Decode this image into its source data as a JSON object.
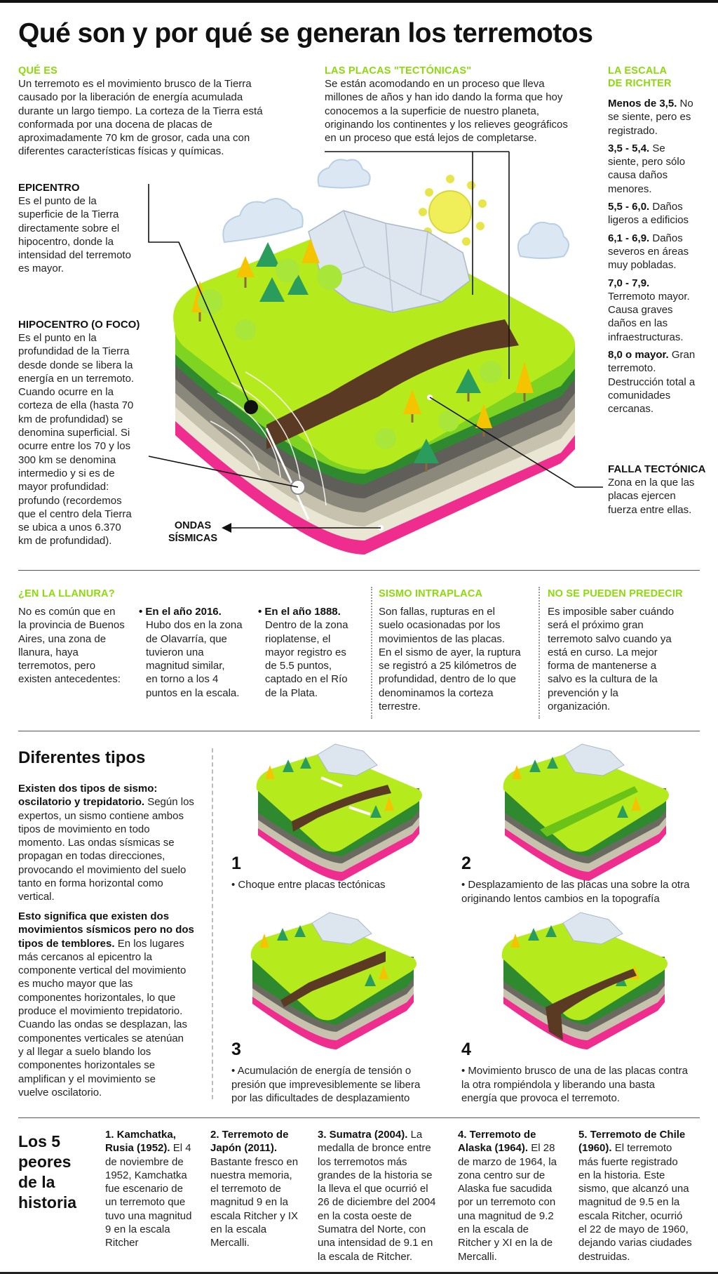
{
  "title": "Qué son y por qué se generan los terremotos",
  "que_es": {
    "heading": "QUÉ ES",
    "lines": [
      "Un terremoto es el movimiento brusco de la Tierra",
      "causado por la liberación de energía acumulada",
      "durante un largo tiempo. La corteza de la Tierra está",
      "conformada por una docena de placas de",
      "aproximadamente 70 km de grosor, cada una con",
      "diferentes características físicas y químicas."
    ]
  },
  "placas": {
    "heading": "LAS PLACAS \"TECTÓNICAS\"",
    "lines": [
      "Se están acomodando en un proceso que lleva",
      "millones de años y han ido dando la forma que hoy",
      "conocemos a la superficie de nuestro planeta,",
      "originando los continentes y los relieves geográficos",
      "en un proceso que está lejos de completarse."
    ]
  },
  "richter": {
    "heading_lines": [
      "LA ESCALA",
      "DE RICHTER"
    ],
    "items": [
      {
        "lines": [
          [
            "Menos de 3,5.",
            " No"
          ],
          [
            "",
            "se siente, pero es"
          ],
          [
            "",
            "registrado."
          ]
        ]
      },
      {
        "lines": [
          [
            "3,5 - 5,4.",
            " Se"
          ],
          [
            "",
            "siente, pero sólo"
          ],
          [
            "",
            "causa daños"
          ],
          [
            "",
            "menores."
          ]
        ]
      },
      {
        "lines": [
          [
            "5,5 - 6,0.",
            " Daños"
          ],
          [
            "",
            "ligeros a edificios"
          ]
        ]
      },
      {
        "lines": [
          [
            "6,1 - 6,9.",
            " Daños"
          ],
          [
            "",
            "severos en áreas"
          ],
          [
            "",
            "muy pobladas."
          ]
        ]
      },
      {
        "lines": [
          [
            "7,0 - 7,9.",
            ""
          ],
          [
            "",
            "Terremoto mayor."
          ],
          [
            "",
            "Causa graves"
          ],
          [
            "",
            "daños en las"
          ],
          [
            "",
            "infraestructuras."
          ]
        ]
      },
      {
        "lines": [
          [
            "8,0 o mayor.",
            " Gran"
          ],
          [
            "",
            "terremoto."
          ],
          [
            "",
            "Destrucción total a"
          ],
          [
            "",
            "comunidades"
          ],
          [
            "",
            "cercanas."
          ]
        ]
      }
    ]
  },
  "epicentro": {
    "heading": "EPICENTRO",
    "lines": [
      "Es el punto de la",
      "superficie de la Tierra",
      "directamente sobre el",
      "hipocentro, donde la",
      "intensidad del terremoto",
      "es mayor."
    ]
  },
  "hipocentro": {
    "heading": "HIPOCENTRO (O FOCO)",
    "lines": [
      "Es el punto en la",
      "profundidad de la Tierra",
      "desde donde se libera la",
      "energía en un terremoto.",
      "Cuando ocurre en la",
      "corteza de ella (hasta 70",
      "km de profundidad) se",
      "denomina superficial. Si",
      "ocurre entre los 70 y los",
      "300 km se denomina",
      "intermedio y si es de",
      "mayor profundidad:",
      "profundo (recordemos",
      "que el centro dela Tierra",
      "se ubica a unos 6.370",
      "km de profundidad)."
    ]
  },
  "ondas": {
    "lines": [
      "ONDAS",
      "SÍSMICAS"
    ]
  },
  "falla": {
    "heading": "FALLA TECTÓNICA",
    "lines": [
      "Zona en la que las",
      "placas ejercen",
      "fuerza entre ellas."
    ]
  },
  "llanura": {
    "heading": "¿EN LA LLANURA?",
    "lines": [
      "No es común que en",
      "la provincia de Buenos",
      "Aires, una zona de",
      "llanura, haya",
      "terremotos, pero",
      "existen antecedentes:"
    ],
    "b1_head": "En el año 2016.",
    "b1_lines": [
      "Hubo dos en la zona",
      "de Olavarría, que",
      "tuvieron una",
      "magnitud similar,",
      "en torno a los 4",
      "puntos en la escala."
    ],
    "b2_head": "En el año 1888.",
    "b2_lines": [
      "Dentro de la zona",
      "rioplatense, el",
      "mayor registro es",
      "de 5.5 puntos,",
      "captado en el Río",
      "de la Plata."
    ]
  },
  "intraplaca": {
    "heading": "SISMO INTRAPLACA",
    "lines": [
      "Son fallas, rupturas en el",
      "suelo ocasionadas por los",
      "movimientos de las placas.",
      "En el sismo de ayer, la ruptura",
      "se registró a 25 kilómetros de",
      "profundidad, dentro de lo que",
      "denominamos la corteza",
      "terrestre."
    ]
  },
  "predecir": {
    "heading": "NO SE PUEDEN PREDECIR",
    "lines": [
      "Es imposible saber cuándo",
      "será el próximo gran",
      "terremoto salvo cuando ya",
      "está en curso. La mejor",
      "forma de mantenerse a",
      "salvo es la cultura de la",
      "prevención y la",
      "organización."
    ]
  },
  "tipos": {
    "heading": "Diferentes tipos",
    "p1": [
      [
        "b",
        "Existen dos tipos de sismo:"
      ],
      [
        "b",
        "oscilatorio y trepidatorio."
      ],
      [
        "r",
        " Según los"
      ],
      [
        "n",
        ""
      ],
      [
        "r",
        "expertos, un sismo contiene ambos"
      ],
      [
        "n",
        ""
      ],
      [
        "r",
        "tipos de movimiento en todo"
      ],
      [
        "n",
        ""
      ],
      [
        "r",
        "momento. Las ondas sísmicas se"
      ],
      [
        "n",
        ""
      ],
      [
        "r",
        "propagan en todas direcciones,"
      ],
      [
        "n",
        ""
      ],
      [
        "r",
        "provocando el movimiento del suelo"
      ],
      [
        "n",
        ""
      ],
      [
        "r",
        "tanto en forma horizontal como"
      ],
      [
        "n",
        ""
      ],
      [
        "r",
        "vertical."
      ]
    ],
    "p2_lines": [
      [
        [
          "b",
          "Esto significa que existen dos"
        ]
      ],
      [
        [
          "b",
          "movimientos sísmicos pero no dos"
        ]
      ],
      [
        [
          "b",
          "tipos de temblores."
        ],
        [
          "r",
          " En los lugares"
        ]
      ],
      [
        [
          "r",
          "más cercanos al epicentro la"
        ]
      ],
      [
        [
          "r",
          "componente vertical del movimiento"
        ]
      ],
      [
        [
          "r",
          "es mucho mayor que las"
        ]
      ],
      [
        [
          "r",
          "componentes horizontales, lo que"
        ]
      ],
      [
        [
          "r",
          "produce el movimiento trepidatorio."
        ]
      ],
      [
        [
          "r",
          "Cuando las ondas se desplazan, las"
        ]
      ],
      [
        [
          "r",
          "componentes verticales se atenúan"
        ]
      ],
      [
        [
          "r",
          "y al llegar a suelo blando los"
        ]
      ],
      [
        [
          "r",
          "componentes horizontales se"
        ]
      ],
      [
        [
          "r",
          "amplifican y el movimiento se"
        ]
      ],
      [
        [
          "r",
          "vuelve oscilatorio."
        ]
      ]
    ],
    "items": [
      {
        "num": "1",
        "lines": [
          "• Choque entre placas tectónicas"
        ]
      },
      {
        "num": "2",
        "lines": [
          "• Desplazamiento de las placas una sobre la otra",
          "originando lentos cambios en la topografía"
        ]
      },
      {
        "num": "3",
        "lines": [
          "• Acumulación de energía de tensión o",
          "presión que imprevesiblemente se libera",
          "por las dificultades de desplazamiento"
        ]
      },
      {
        "num": "4",
        "lines": [
          "• Movimiento brusco de una de las placas contra",
          "la otra rompiéndola y liberando una basta",
          "energía que provoca el terremoto."
        ]
      }
    ]
  },
  "peores": {
    "heading_lines": [
      "Los 5",
      "peores",
      "de la",
      "historia"
    ],
    "items": [
      {
        "lines": [
          [
            [
              "b",
              "1. Kamchatka,"
            ]
          ],
          [
            [
              "b",
              "Rusia (1952)."
            ],
            [
              "r",
              " El 4"
            ]
          ],
          [
            [
              "r",
              "de noviembre de"
            ]
          ],
          [
            [
              "r",
              "1952, Kamchatka"
            ]
          ],
          [
            [
              "r",
              "fue escenario de"
            ]
          ],
          [
            [
              "r",
              "un terremoto que"
            ]
          ],
          [
            [
              "r",
              "tuvo una magnitud"
            ]
          ],
          [
            [
              "r",
              "9 en la escala"
            ]
          ],
          [
            [
              "r",
              "Ritcher"
            ]
          ]
        ]
      },
      {
        "lines": [
          [
            [
              "b",
              "2. Terremoto de"
            ]
          ],
          [
            [
              "b",
              "Japón (2011)."
            ]
          ],
          [
            [
              "r",
              "Bastante fresco en"
            ]
          ],
          [
            [
              "r",
              "nuestra memoria,"
            ]
          ],
          [
            [
              "r",
              "el terremoto de"
            ]
          ],
          [
            [
              "r",
              "magnitud 9 en la"
            ]
          ],
          [
            [
              "r",
              "escala Ritcher y IX"
            ]
          ],
          [
            [
              "r",
              "en la escala"
            ]
          ],
          [
            [
              "r",
              "Mercalli."
            ]
          ]
        ]
      },
      {
        "lines": [
          [
            [
              "b",
              "3. Sumatra (2004)."
            ],
            [
              "r",
              " La"
            ]
          ],
          [
            [
              "r",
              "medalla de bronce entre"
            ]
          ],
          [
            [
              "r",
              "los terremotos más"
            ]
          ],
          [
            [
              "r",
              "grandes de la historia se"
            ]
          ],
          [
            [
              "r",
              "la lleva el que ocurrió el"
            ]
          ],
          [
            [
              "r",
              "26 de diciembre del 2004"
            ]
          ],
          [
            [
              "r",
              "en la costa oeste de"
            ]
          ],
          [
            [
              "r",
              "Sumatra del Norte, con"
            ]
          ],
          [
            [
              "r",
              "una intensidad de 9.1 en"
            ]
          ],
          [
            [
              "r",
              "la escala de Ritcher."
            ]
          ]
        ]
      },
      {
        "lines": [
          [
            [
              "b",
              "4. Terremoto de"
            ]
          ],
          [
            [
              "b",
              "Alaska (1964)."
            ],
            [
              "r",
              " El 28"
            ]
          ],
          [
            [
              "r",
              "de marzo de 1964, la"
            ]
          ],
          [
            [
              "r",
              "zona centro sur de"
            ]
          ],
          [
            [
              "r",
              "Alaska fue sacudida"
            ]
          ],
          [
            [
              "r",
              "por un terremoto con"
            ]
          ],
          [
            [
              "r",
              "una magnitud de 9.2"
            ]
          ],
          [
            [
              "r",
              "en la escala de"
            ]
          ],
          [
            [
              "r",
              "Ritcher y XI en la de"
            ]
          ],
          [
            [
              "r",
              "Mercalli."
            ]
          ]
        ]
      },
      {
        "lines": [
          [
            [
              "b",
              "5. Terremoto de Chile"
            ]
          ],
          [
            [
              "b",
              "(1960)."
            ],
            [
              "r",
              " El terremoto"
            ]
          ],
          [
            [
              "r",
              "más fuerte registrado"
            ]
          ],
          [
            [
              "r",
              "en la historia. Este"
            ]
          ],
          [
            [
              "r",
              "sismo, que alcanzó una"
            ]
          ],
          [
            [
              "r",
              "magnitud de 9.5 en la"
            ]
          ],
          [
            [
              "r",
              "escala Ritcher, ocurrió"
            ]
          ],
          [
            [
              "r",
              "el 22 de mayo de 1960,"
            ]
          ],
          [
            [
              "r",
              "dejando varias ciudades"
            ]
          ],
          [
            [
              "r",
              "destruidas."
            ]
          ]
        ]
      }
    ]
  },
  "colors": {
    "accent": "#8cd90c",
    "grass": "#b5ea1c",
    "soil": "#5a3a22",
    "magenta": "#ee2d8f",
    "dark": "#111111"
  }
}
